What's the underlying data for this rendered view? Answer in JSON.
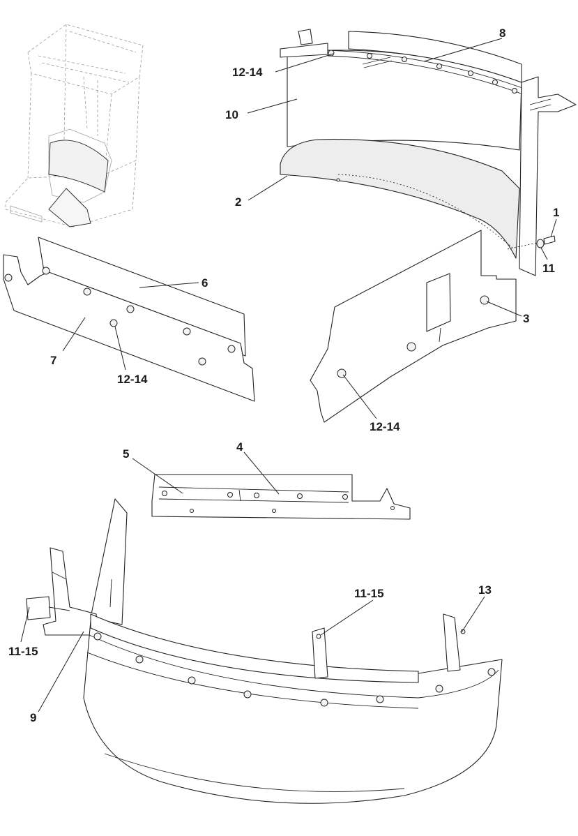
{
  "callouts": {
    "c1": "1",
    "c2": "2",
    "c3": "3",
    "c4": "4",
    "c5": "5",
    "c6": "6",
    "c7": "7",
    "c8": "8",
    "c9": "9",
    "c10": "10",
    "c11": "11",
    "c12_14_top": "12-14",
    "c12_14_left": "12-14",
    "c12_14_right": "12-14",
    "c11_15_center": "11-15",
    "c11_15_left": "11-15",
    "c13": "13"
  }
}
